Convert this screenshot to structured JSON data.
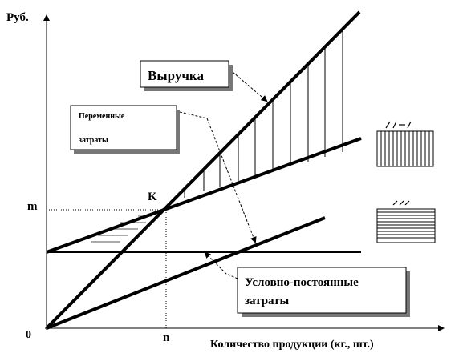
{
  "axes": {
    "y_label": "Руб.",
    "x_label": "Количество продукции (кг., шт.)",
    "origin": "0"
  },
  "points": {
    "break_even": "K",
    "m": "m",
    "n": "n"
  },
  "callouts": {
    "revenue": "Выручка",
    "variable_costs_line1": "Переменные",
    "variable_costs_line2": "затраты",
    "fixed_costs_line1": "Условно-постоянные",
    "fixed_costs_line2": "затраты"
  },
  "colors": {
    "line": "#000000",
    "shadow": "#777777",
    "background": "#ffffff"
  }
}
